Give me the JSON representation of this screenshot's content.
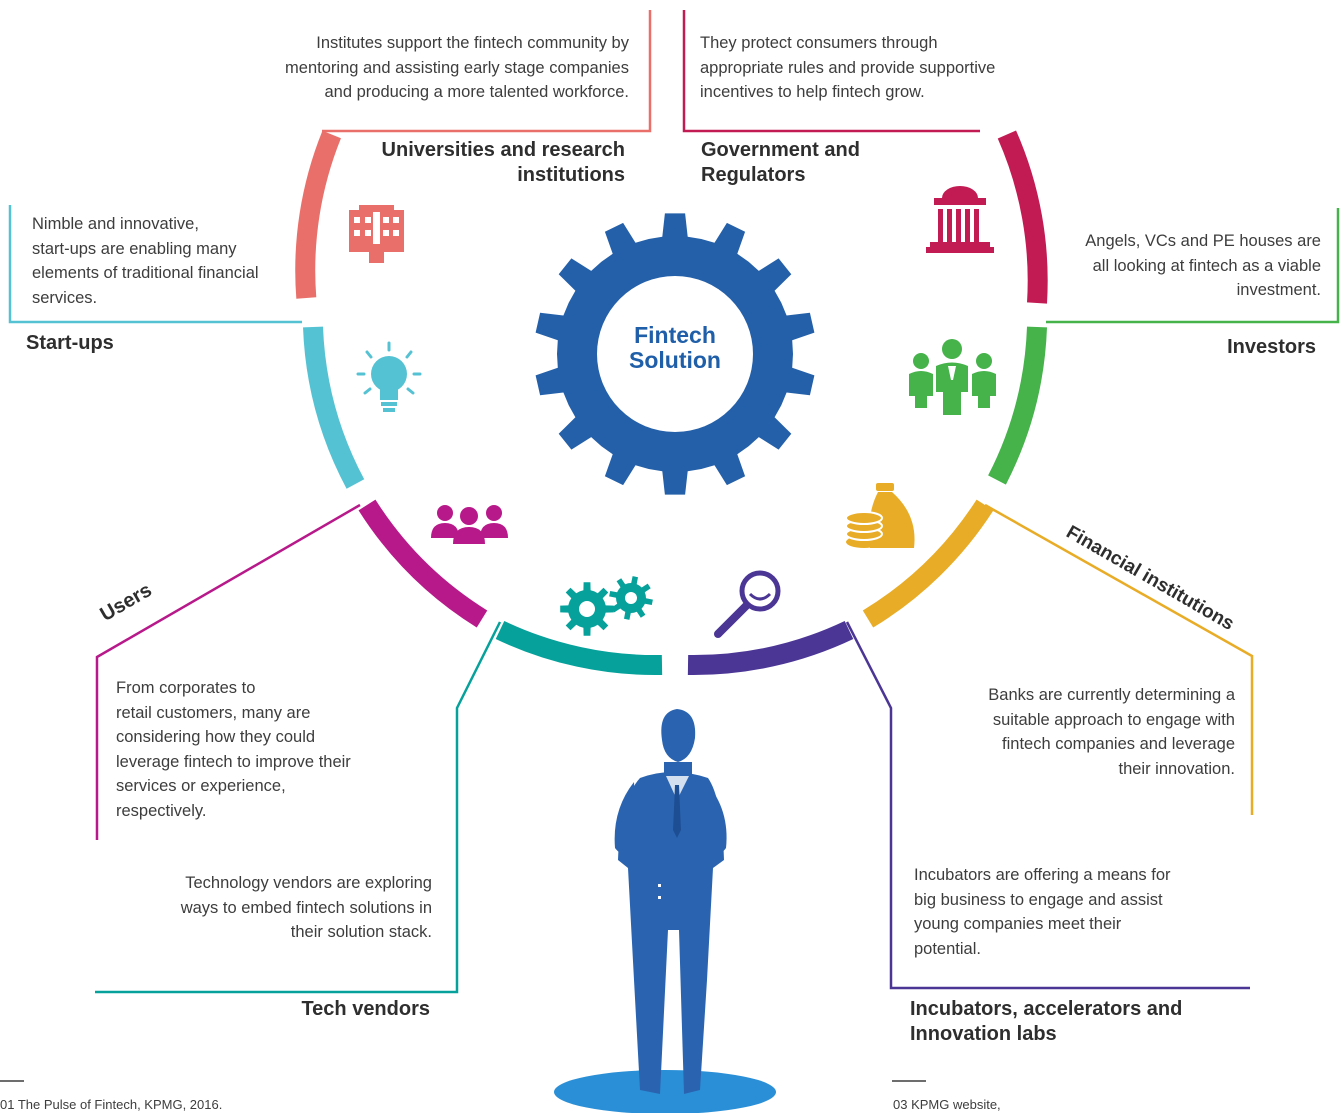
{
  "center": {
    "line1": "Fintech",
    "line2": "Solution"
  },
  "colors": {
    "universities": "#e9706a",
    "government": "#c21b54",
    "startups": "#55c2d3",
    "investors": "#45b24a",
    "users": "#b8198a",
    "financial": "#e8ac26",
    "tech": "#06a19b",
    "incubators": "#4b3696",
    "gear": "#2460a9",
    "person": "#2a64b0"
  },
  "universities": {
    "label_lines": [
      "Universities and research",
      "institutions"
    ],
    "desc_lines": [
      "Institutes support the fintech community by",
      "mentoring and assisting early stage companies",
      "and producing a more talented workforce."
    ],
    "icon": "building-icon"
  },
  "government": {
    "label_lines": [
      "Government and",
      "Regulators"
    ],
    "desc_lines": [
      "They protect consumers through",
      "appropriate rules and provide supportive",
      "incentives to help fintech grow."
    ],
    "icon": "government-icon"
  },
  "startups": {
    "label": "Start-ups",
    "desc_lines": [
      "Nimble and innovative,",
      "start-ups are enabling many",
      "elements of traditional financial",
      "services."
    ],
    "icon": "lightbulb-icon"
  },
  "investors": {
    "label": "Investors",
    "desc_lines": [
      "Angels, VCs and PE houses are",
      "all looking at fintech as a viable",
      "investment."
    ],
    "icon": "people-suits-icon"
  },
  "users": {
    "label": "Users",
    "desc_lines": [
      "From corporates to",
      "retail customers, many are",
      "considering how they could",
      "leverage fintech to improve their",
      "services or experience,",
      "respectively."
    ],
    "icon": "users-group-icon"
  },
  "financial": {
    "label": "Financial institutions",
    "desc_lines": [
      "Banks are currently determining a",
      "suitable approach to engage with",
      "fintech companies and leverage",
      "their innovation."
    ],
    "icon": "money-bag-icon"
  },
  "tech": {
    "label": "Tech vendors",
    "desc_lines": [
      "Technology vendors are exploring",
      "ways to embed fintech solutions in",
      "their solution stack."
    ],
    "icon": "gears-icon"
  },
  "incubators": {
    "label_lines": [
      "Incubators, accelerators and",
      "Innovation labs"
    ],
    "desc_lines": [
      "Incubators are offering a means for",
      "big business to engage and assist",
      "young companies meet their",
      "potential."
    ],
    "icon": "magnifier-icon"
  },
  "footnotes": {
    "left": "01    The Pulse of Fintech, KPMG, 2016.",
    "right": "03     KPMG website,"
  }
}
